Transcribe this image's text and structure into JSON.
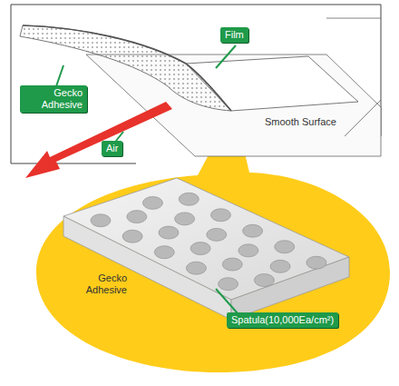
{
  "diagram": {
    "nodes": [
      {
        "text": [
          "Film"
        ]
      },
      {
        "text": [
          "Gecko Adhesive"
        ]
      },
      {
        "text": [
          "Air"
        ]
      },
      {
        "text": [
          "Spatula(10,000Ea/cm²)"
        ]
      }
    ],
    "labels": [
      "Smooth Surface",
      "Gecko Adhesive"
    ]
  }
}
